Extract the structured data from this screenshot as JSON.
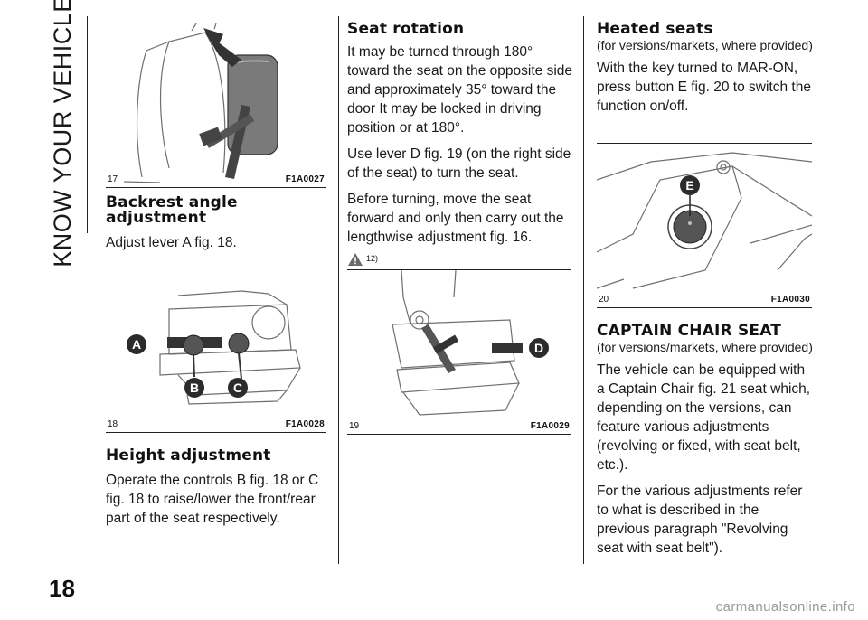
{
  "page": {
    "section_title": "KNOW YOUR VEHICLE",
    "page_number": "18",
    "watermark": "carmanualsonline.info"
  },
  "figures": {
    "f17": {
      "number": "17",
      "code": "F1A0027"
    },
    "f18": {
      "number": "18",
      "code": "F1A0028",
      "labels": {
        "a": "A",
        "b": "B",
        "c": "C"
      }
    },
    "f19": {
      "number": "19",
      "code": "F1A0029",
      "labels": {
        "d": "D"
      }
    },
    "f20": {
      "number": "20",
      "code": "F1A0030",
      "labels": {
        "e": "E"
      }
    }
  },
  "colors": {
    "accent_label": "#2b2b2b",
    "line_art": "#6f6f6f",
    "rule": "#222222"
  },
  "sections": {
    "backrest": {
      "heading": "Backrest angle adjustment",
      "body": "Adjust lever A fig. 18."
    },
    "height": {
      "heading": "Height adjustment",
      "body": "Operate the controls B fig. 18 or C fig. 18 to raise/lower the front/rear part of the seat respectively."
    },
    "rotation": {
      "heading": "Seat rotation",
      "p1": "It may be turned through 180° toward the seat on the opposite side and approximately 35° toward the door It may be locked in driving position or at 180°.",
      "p2": "Use lever D fig. 19 (on the right side of the seat) to turn the seat.",
      "p3": "Before turning, move the seat forward and only then carry out the lengthwise adjustment fig. 16.",
      "warning_icon": "warning-triangle-icon",
      "warning_ref": "12)"
    },
    "heated": {
      "heading": "Heated seats",
      "subheading": "(for versions/markets, where provided)",
      "body": "With the key turned to MAR-ON, press button E fig. 20 to switch the function on/off."
    },
    "captain": {
      "heading": "CAPTAIN CHAIR SEAT",
      "subheading": "(for versions/markets, where provided)",
      "p1": "The vehicle can be equipped with a Captain Chair fig. 21 seat which, depending on the versions, can feature various adjustments (revolving or fixed, with seat belt, etc.).",
      "p2": "For the various adjustments refer to what is described in the previous paragraph \"Revolving seat with seat belt\")."
    }
  }
}
